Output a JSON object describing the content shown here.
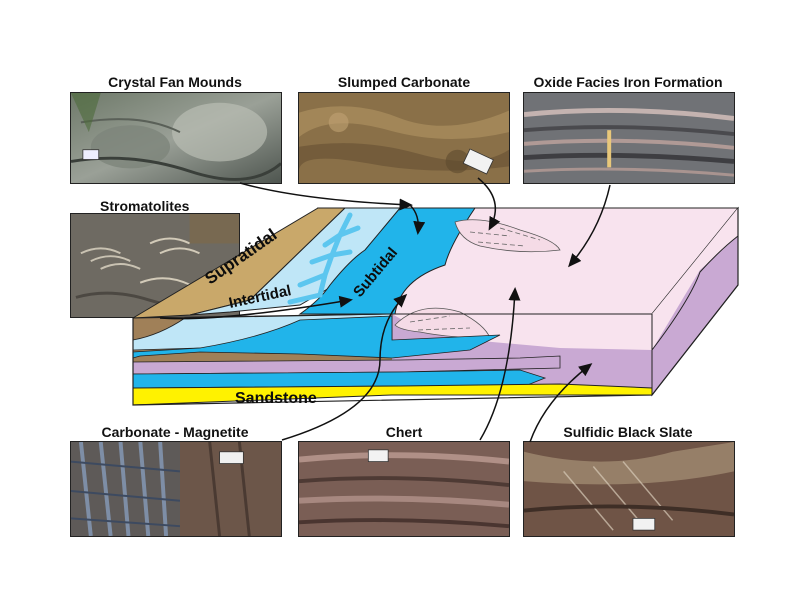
{
  "photos": {
    "crystal_fan_mounds": "Crystal Fan Mounds",
    "slumped_carbonate": "Slumped Carbonate",
    "oxide_facies": "Oxide Facies Iron Formation",
    "stromatolites": "Stromatolites",
    "carbonate_magnetite": "Carbonate - Magnetite",
    "chert": "Chert",
    "sulfidic_black_slate": "Sulfidic Black Slate"
  },
  "zones": {
    "supratidal": "Supratidal",
    "intertidal": "Intertidal",
    "subtidal": "Subtidal",
    "sandstone": "Sandstone"
  },
  "colors": {
    "supratidal": "#c9a86a",
    "intertidal": "#bfe6f7",
    "subtidal": "#21b4ea",
    "deep_basin": "#f8e3ee",
    "slate": "#c9a9d3",
    "sandstone": "#fff200",
    "mud": "#a08058"
  }
}
